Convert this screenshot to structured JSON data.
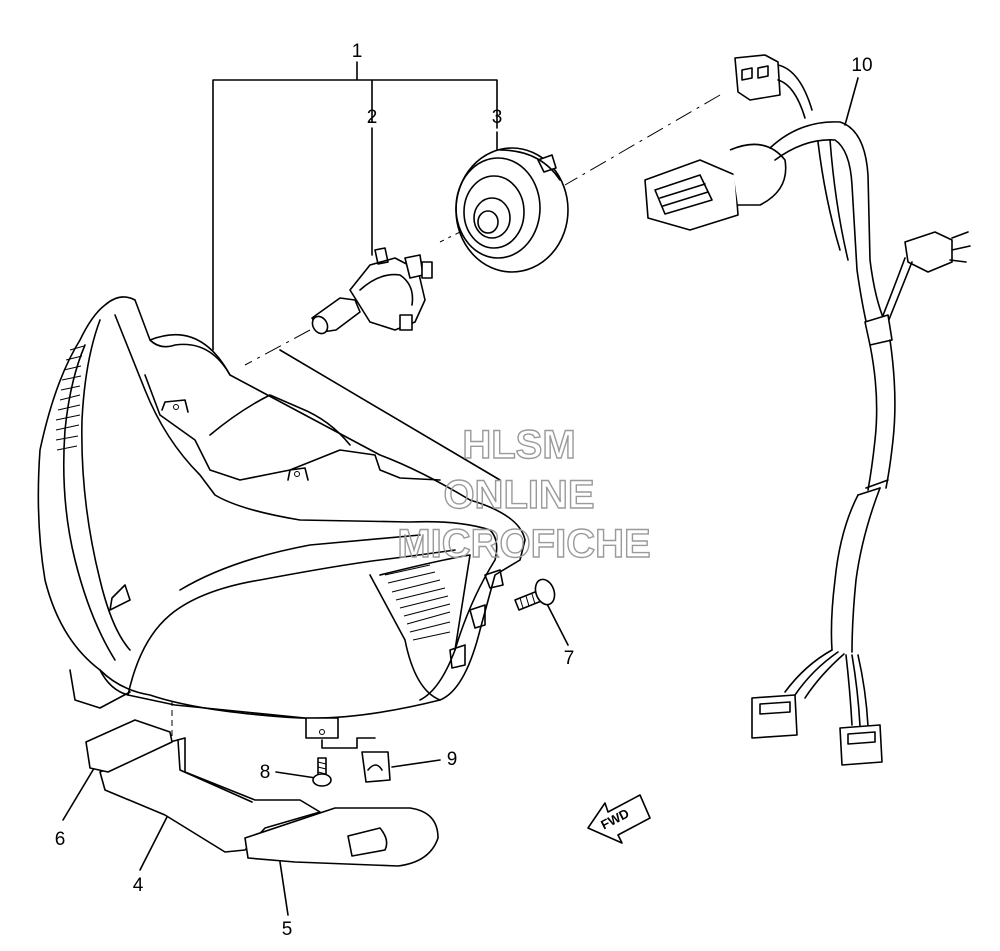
{
  "watermark": {
    "line1": "HLSM",
    "line2": "ONLINE",
    "line3": "MICROFICHE"
  },
  "direction_marker": "FWD",
  "callouts": {
    "c1": "1",
    "c2": "2",
    "c3": "3",
    "c4": "4",
    "c5": "5",
    "c6": "6",
    "c7": "7",
    "c8": "8",
    "c9": "9",
    "c10": "10"
  }
}
